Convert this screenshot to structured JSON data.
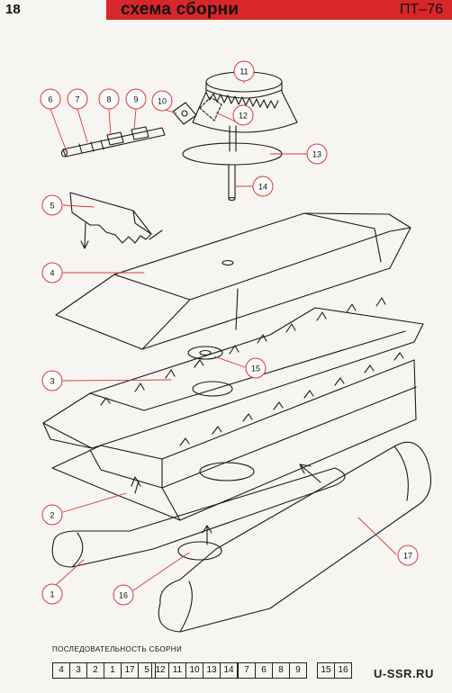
{
  "header": {
    "page_number": "18",
    "title": "схема сборни",
    "model": "ПТ–76"
  },
  "colors": {
    "accent_red": "#d8262a",
    "callout_red": "#d93a3a",
    "line": "#1a1a1a"
  },
  "callouts": [
    "1",
    "2",
    "3",
    "4",
    "5",
    "6",
    "7",
    "8",
    "9",
    "10",
    "11",
    "12",
    "13",
    "14",
    "15",
    "16",
    "17"
  ],
  "sequence": {
    "label": "ПОСЛЕДОВАТЕЛЬНОСТЬ СБОРНИ",
    "groups": [
      [
        "4",
        "3",
        "2",
        "1",
        "17",
        "5"
      ],
      [
        "12",
        "11",
        "10",
        "13",
        "14"
      ],
      [
        "7",
        "6",
        "8",
        "9"
      ],
      [
        "15",
        "16"
      ]
    ]
  },
  "watermark": "U-SSR.RU"
}
